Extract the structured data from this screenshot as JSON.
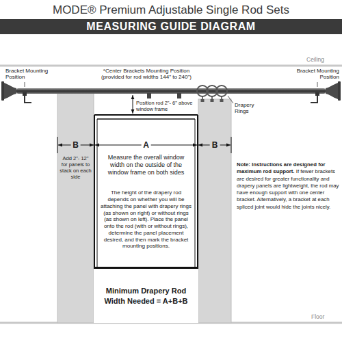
{
  "diagram": {
    "title": "MODE® Premium Adjustable Single Rod Sets",
    "nodes": [
      {
        "text": [
          "B",
          "Add 2\"- 12\" for panels to stack on each side"
        ]
      },
      {
        "text": [
          "A",
          "Measure the overall window width on the outside of the window frame on both sides",
          "The height of the drapery rod depends on whether you will be attaching the panel with drapery rings (as shown on right) or without rings (as shown on left). Place the panel onto the rod (with or without rings), determine the panel placement desired, and then mark the bracket mounting positions."
        ]
      },
      {
        "text": [
          "Minimum Drapery Rod Width Needed = A+B+B"
        ],
        "in": 1
      },
      {
        "text": [
          "B"
        ]
      }
    ],
    "labels": [
      "MEASURING GUIDE DIAGRAM",
      "Ceiling",
      "Bracket Mounting Position",
      "*Center Brackets Mounting Position (provided for rod widths 144\" to 240\")",
      "Bracket Mounting Position",
      "Drapery Rings",
      "Position rod 2\"- 6\" above window frame",
      "Note: Instructions are designed for maximum rod support.",
      "If fewer brackets are desired for greater functionality and drapery panels are lightweight, the rod may have enough support with one center bracket. Alternatively, a bracket at each spliced joint would hide the joints nicely.",
      "Floor"
    ]
  }
}
